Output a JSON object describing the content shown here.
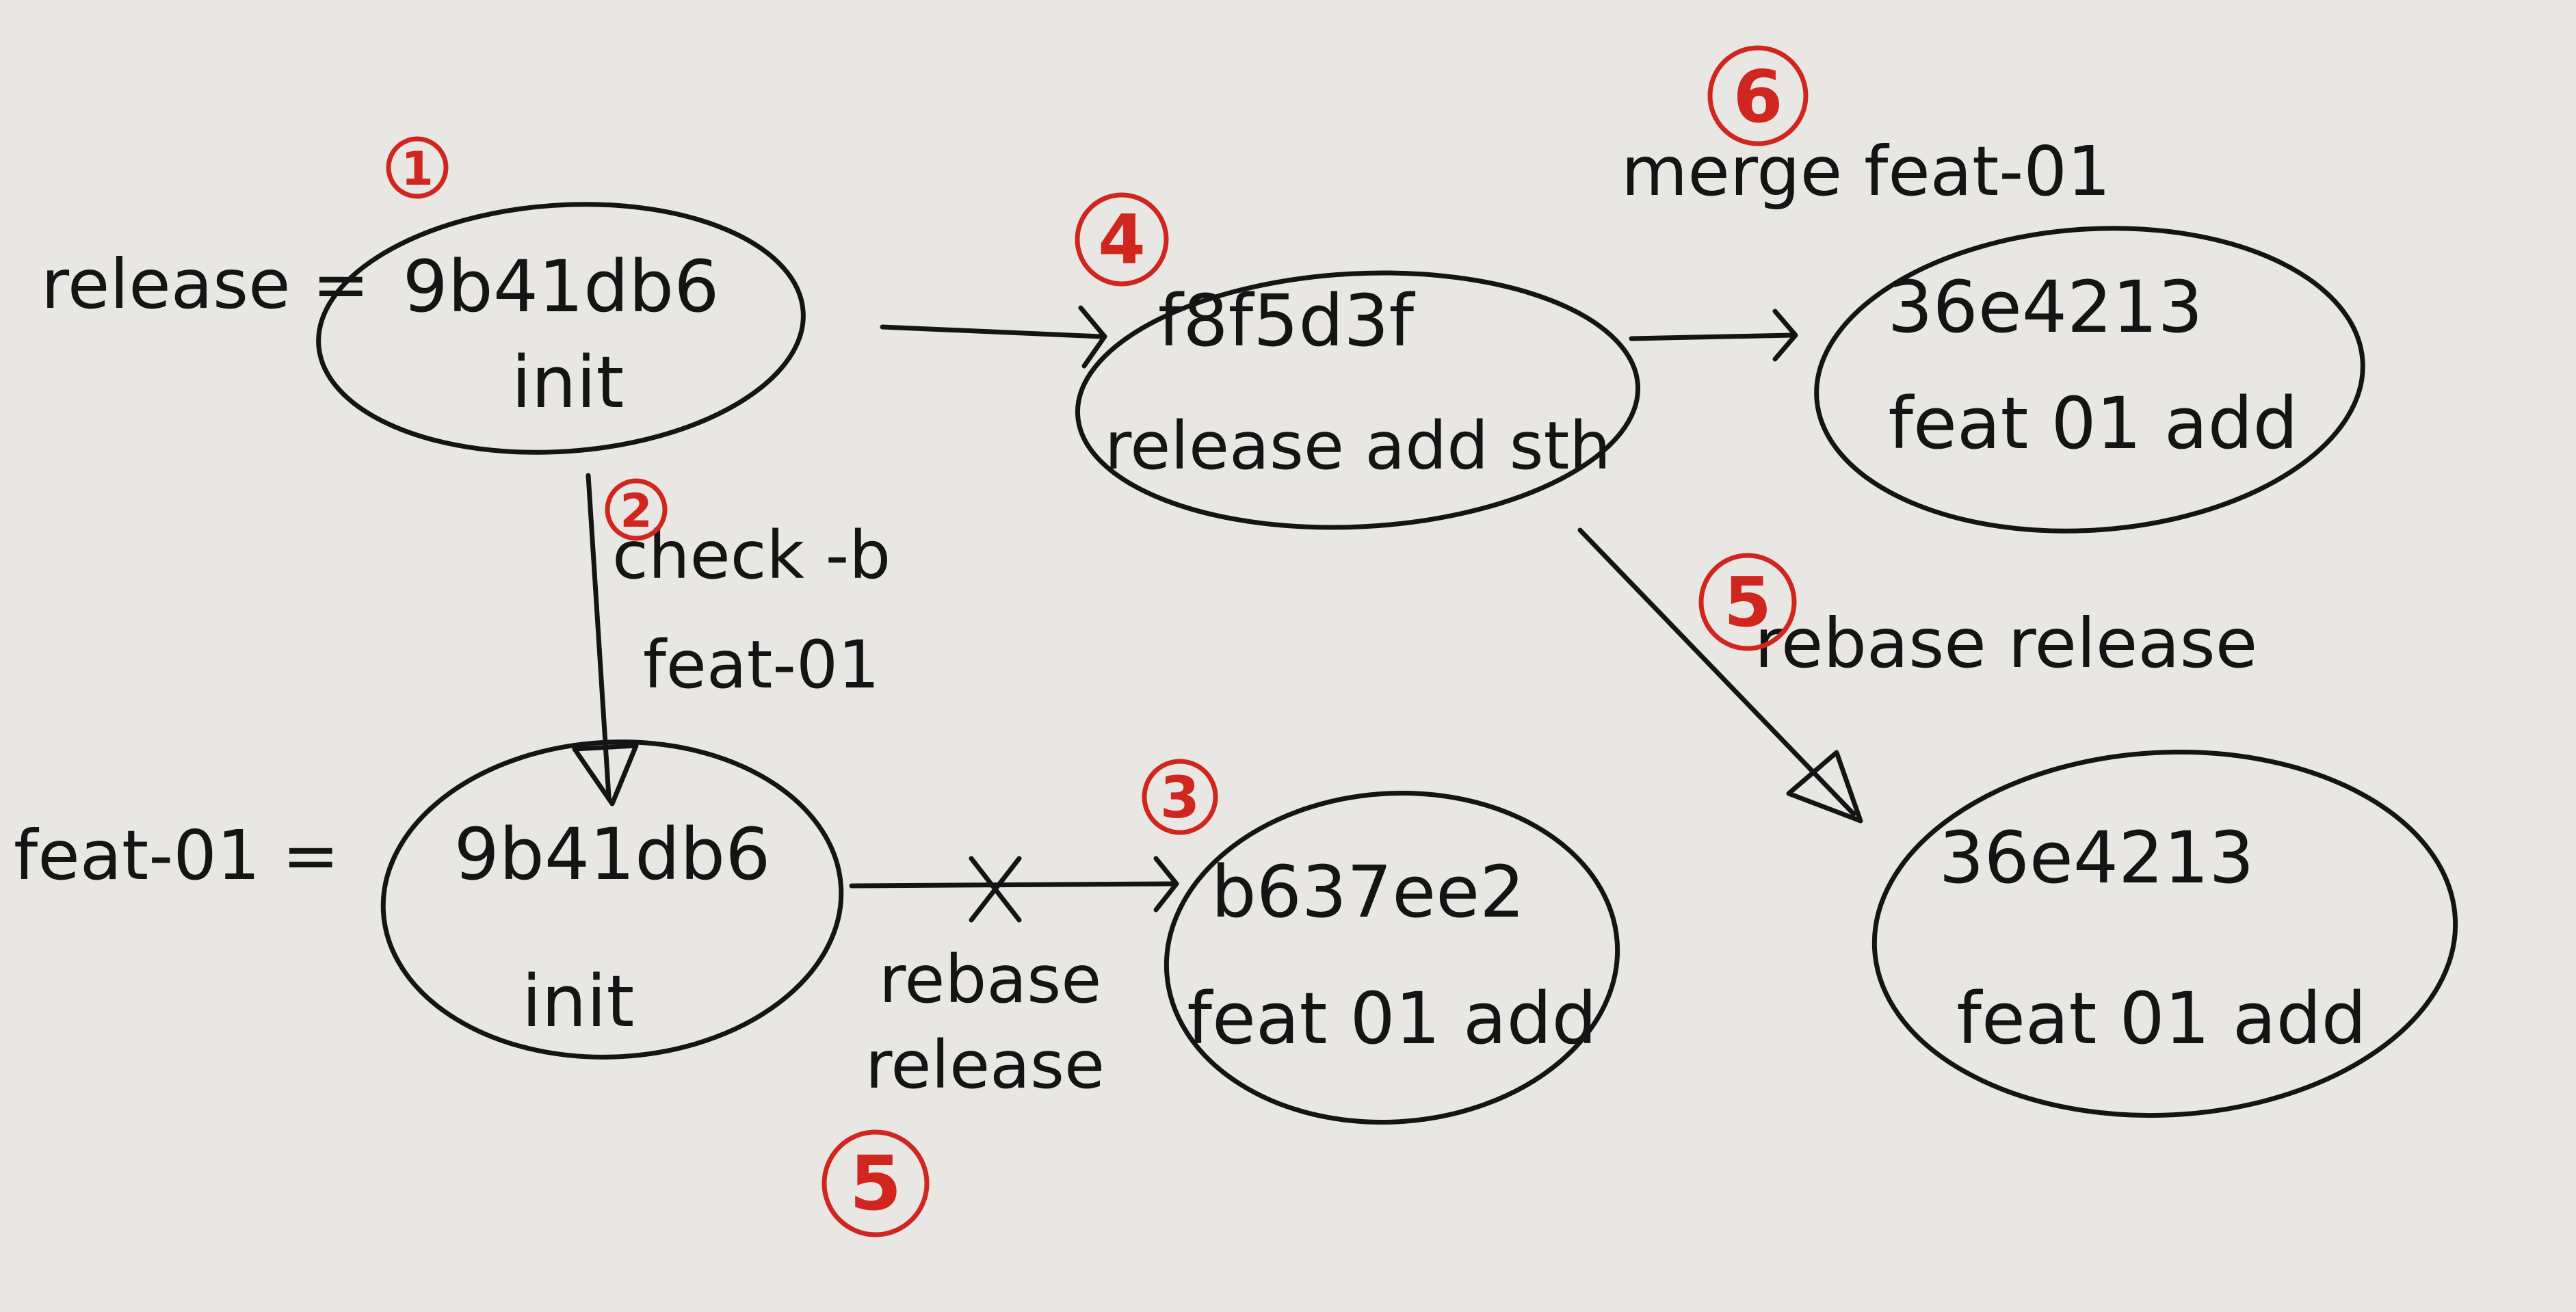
{
  "branches": {
    "release_label": "release =",
    "feat_label": "feat-01 ="
  },
  "nodes": {
    "release_init": {
      "hash": "9b41db6",
      "message": "init"
    },
    "release_add": {
      "hash": "f8f5d3f",
      "message": "release add sth"
    },
    "merged_top": {
      "hash": "36e4213",
      "message": "feat 01 add"
    },
    "feat_init": {
      "hash": "9b41db6",
      "message": "init"
    },
    "feat_add": {
      "hash": "b637ee2",
      "message": "feat 01 add"
    },
    "rebased": {
      "hash": "36e4213",
      "message": "feat 01 add"
    }
  },
  "edges": {
    "checkout": {
      "line1": "check -b",
      "line2": "feat-01"
    },
    "merge": "merge feat-01",
    "rebase_right": "rebase release",
    "rebase_bottom": {
      "line1": "rebase",
      "line2": "release"
    }
  },
  "steps": {
    "s1": "1",
    "s2": "2",
    "s3": "3",
    "s4": "4",
    "s5a": "5",
    "s5b": "5",
    "s6": "6"
  },
  "colors": {
    "paper": "#e9e7e3",
    "ink": "#141414",
    "step_marker": "#d0261f"
  }
}
